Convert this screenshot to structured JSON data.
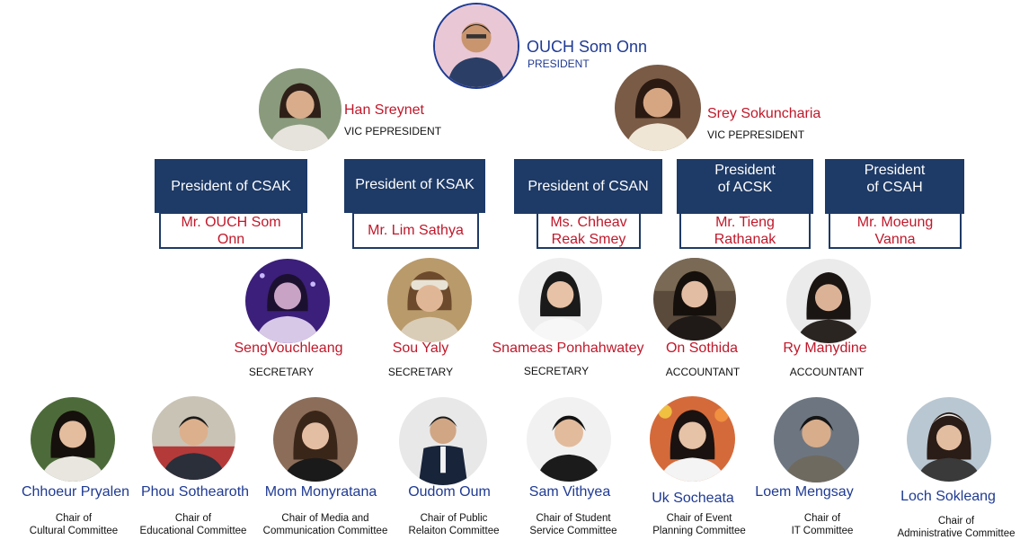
{
  "president": {
    "name": "OUCH Som Onn",
    "role": "PRESIDENT"
  },
  "vice_presidents": [
    {
      "name": "Han Sreynet",
      "role": "VIC PEPRESIDENT"
    },
    {
      "name": "Srey Sokuncharia",
      "role": "VIC PEPRESIDENT"
    }
  ],
  "association_presidents": [
    {
      "title": "President of CSAK",
      "name": "Mr. OUCH Som Onn"
    },
    {
      "title": "President of KSAK",
      "name": "Mr. Lim Sathya"
    },
    {
      "title": "President of CSAN",
      "name": "Ms. Chheav Reak Smey"
    },
    {
      "title": "President of ACSK",
      "name": "Mr. Tieng Rathanak"
    },
    {
      "title": "President of CSAH",
      "name": "Mr. Moeung Vanna"
    }
  ],
  "officers": [
    {
      "name": "SengVouchleang",
      "role": "SECRETARY"
    },
    {
      "name": "Sou Yaly",
      "role": "SECRETARY"
    },
    {
      "name": "Snameas Ponhahwatey",
      "role": "SECRETARY"
    },
    {
      "name": "On Sothida",
      "role": "ACCOUNTANT"
    },
    {
      "name": "Ry Manydine",
      "role": "ACCOUNTANT"
    }
  ],
  "chairs": [
    {
      "name": "Chhoeur Pryalen",
      "line1": "Chair of",
      "line2": "Cultural Committee"
    },
    {
      "name": "Phou Sothearoth",
      "line1": "Chair of",
      "line2": "Educational Committee"
    },
    {
      "name": "Mom Monyratana",
      "line1": "Chair of Media and",
      "line2": "Communication Committee"
    },
    {
      "name": "Oudom Oum",
      "line1": "Chair of Public",
      "line2": "Relaiton Committee"
    },
    {
      "name": "Sam Vithyea",
      "line1": "Chair of Student",
      "line2": "Service Committee"
    },
    {
      "name": "Uk Socheata",
      "line1": "Chair of Event",
      "line2": "Planning Committee"
    },
    {
      "name": "Loem Mengsay",
      "line1": "Chair of",
      "line2": "IT Committee"
    },
    {
      "name": "Loch Sokleang",
      "line1": "Chair of",
      "line2": "Administrative Committee"
    }
  ],
  "colors": {
    "box_fill": "#1e3a66",
    "name_red": "#c0182a",
    "name_blue": "#1f3a93",
    "president_ring": "#1f3a93"
  },
  "icons": {
    "avatar": "person-portrait-icon"
  }
}
